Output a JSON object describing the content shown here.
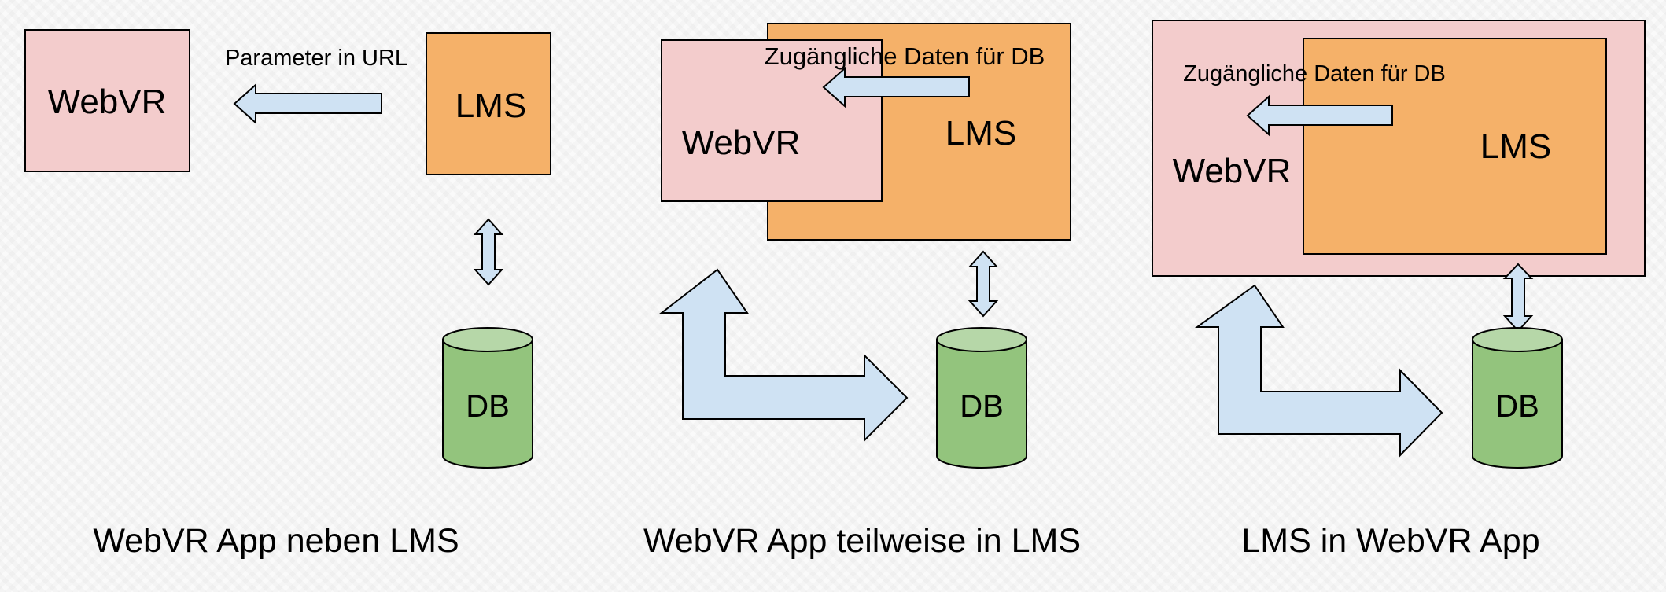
{
  "colors": {
    "webvr_fill": "#f3cccc",
    "lms_fill": "#f5b169",
    "db_body": "#93c47d",
    "db_top": "#b6d7a8",
    "arrow_fill": "#cfe2f3",
    "stroke": "#000000"
  },
  "panels": [
    {
      "caption": "WebVR App neben LMS",
      "webvr_label": "WebVR",
      "lms_label": "LMS",
      "db_label": "DB",
      "arrow_label": "Parameter in URL"
    },
    {
      "caption": "WebVR App teilweise in LMS",
      "webvr_label": "WebVR",
      "lms_label": "LMS",
      "db_label": "DB",
      "arrow_label": "Zugängliche Daten für DB"
    },
    {
      "caption": "LMS in WebVR App",
      "webvr_label": "WebVR",
      "lms_label": "LMS",
      "db_label": "DB",
      "arrow_label": "Zugängliche Daten für DB"
    }
  ]
}
